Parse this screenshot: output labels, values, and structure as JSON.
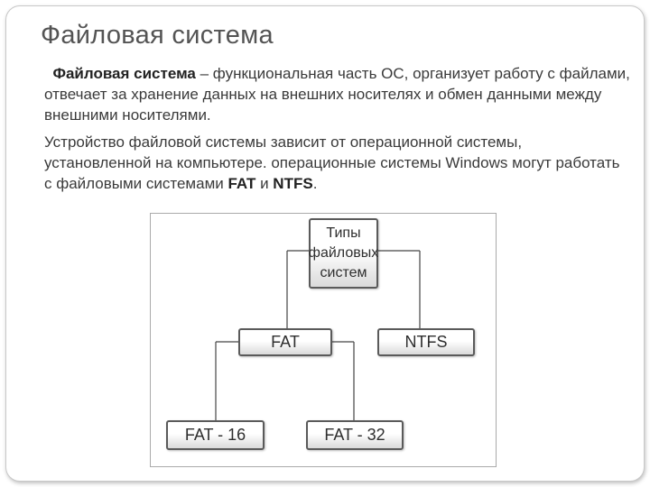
{
  "slide": {
    "title": "Файловая система",
    "paragraph1": {
      "term": "Файловая система",
      "rest": " – функциональная часть ОС, организует работу с файлами, отвечает за хранение данных на внешних носителях и обмен данными между внешними носителями."
    },
    "paragraph2": {
      "text_before": "Устройство файловой системы зависит от операционной системы, установленной на компьютере. операционные системы Windows могут работать с файловыми системами ",
      "fat": "FAT",
      "and": " и ",
      "ntfs": "NTFS",
      "period": "."
    }
  },
  "diagram": {
    "root": "Типы файловых систем",
    "level1": [
      "FAT",
      "NTFS"
    ],
    "level2": [
      "FAT - 16",
      "FAT - 32"
    ]
  }
}
